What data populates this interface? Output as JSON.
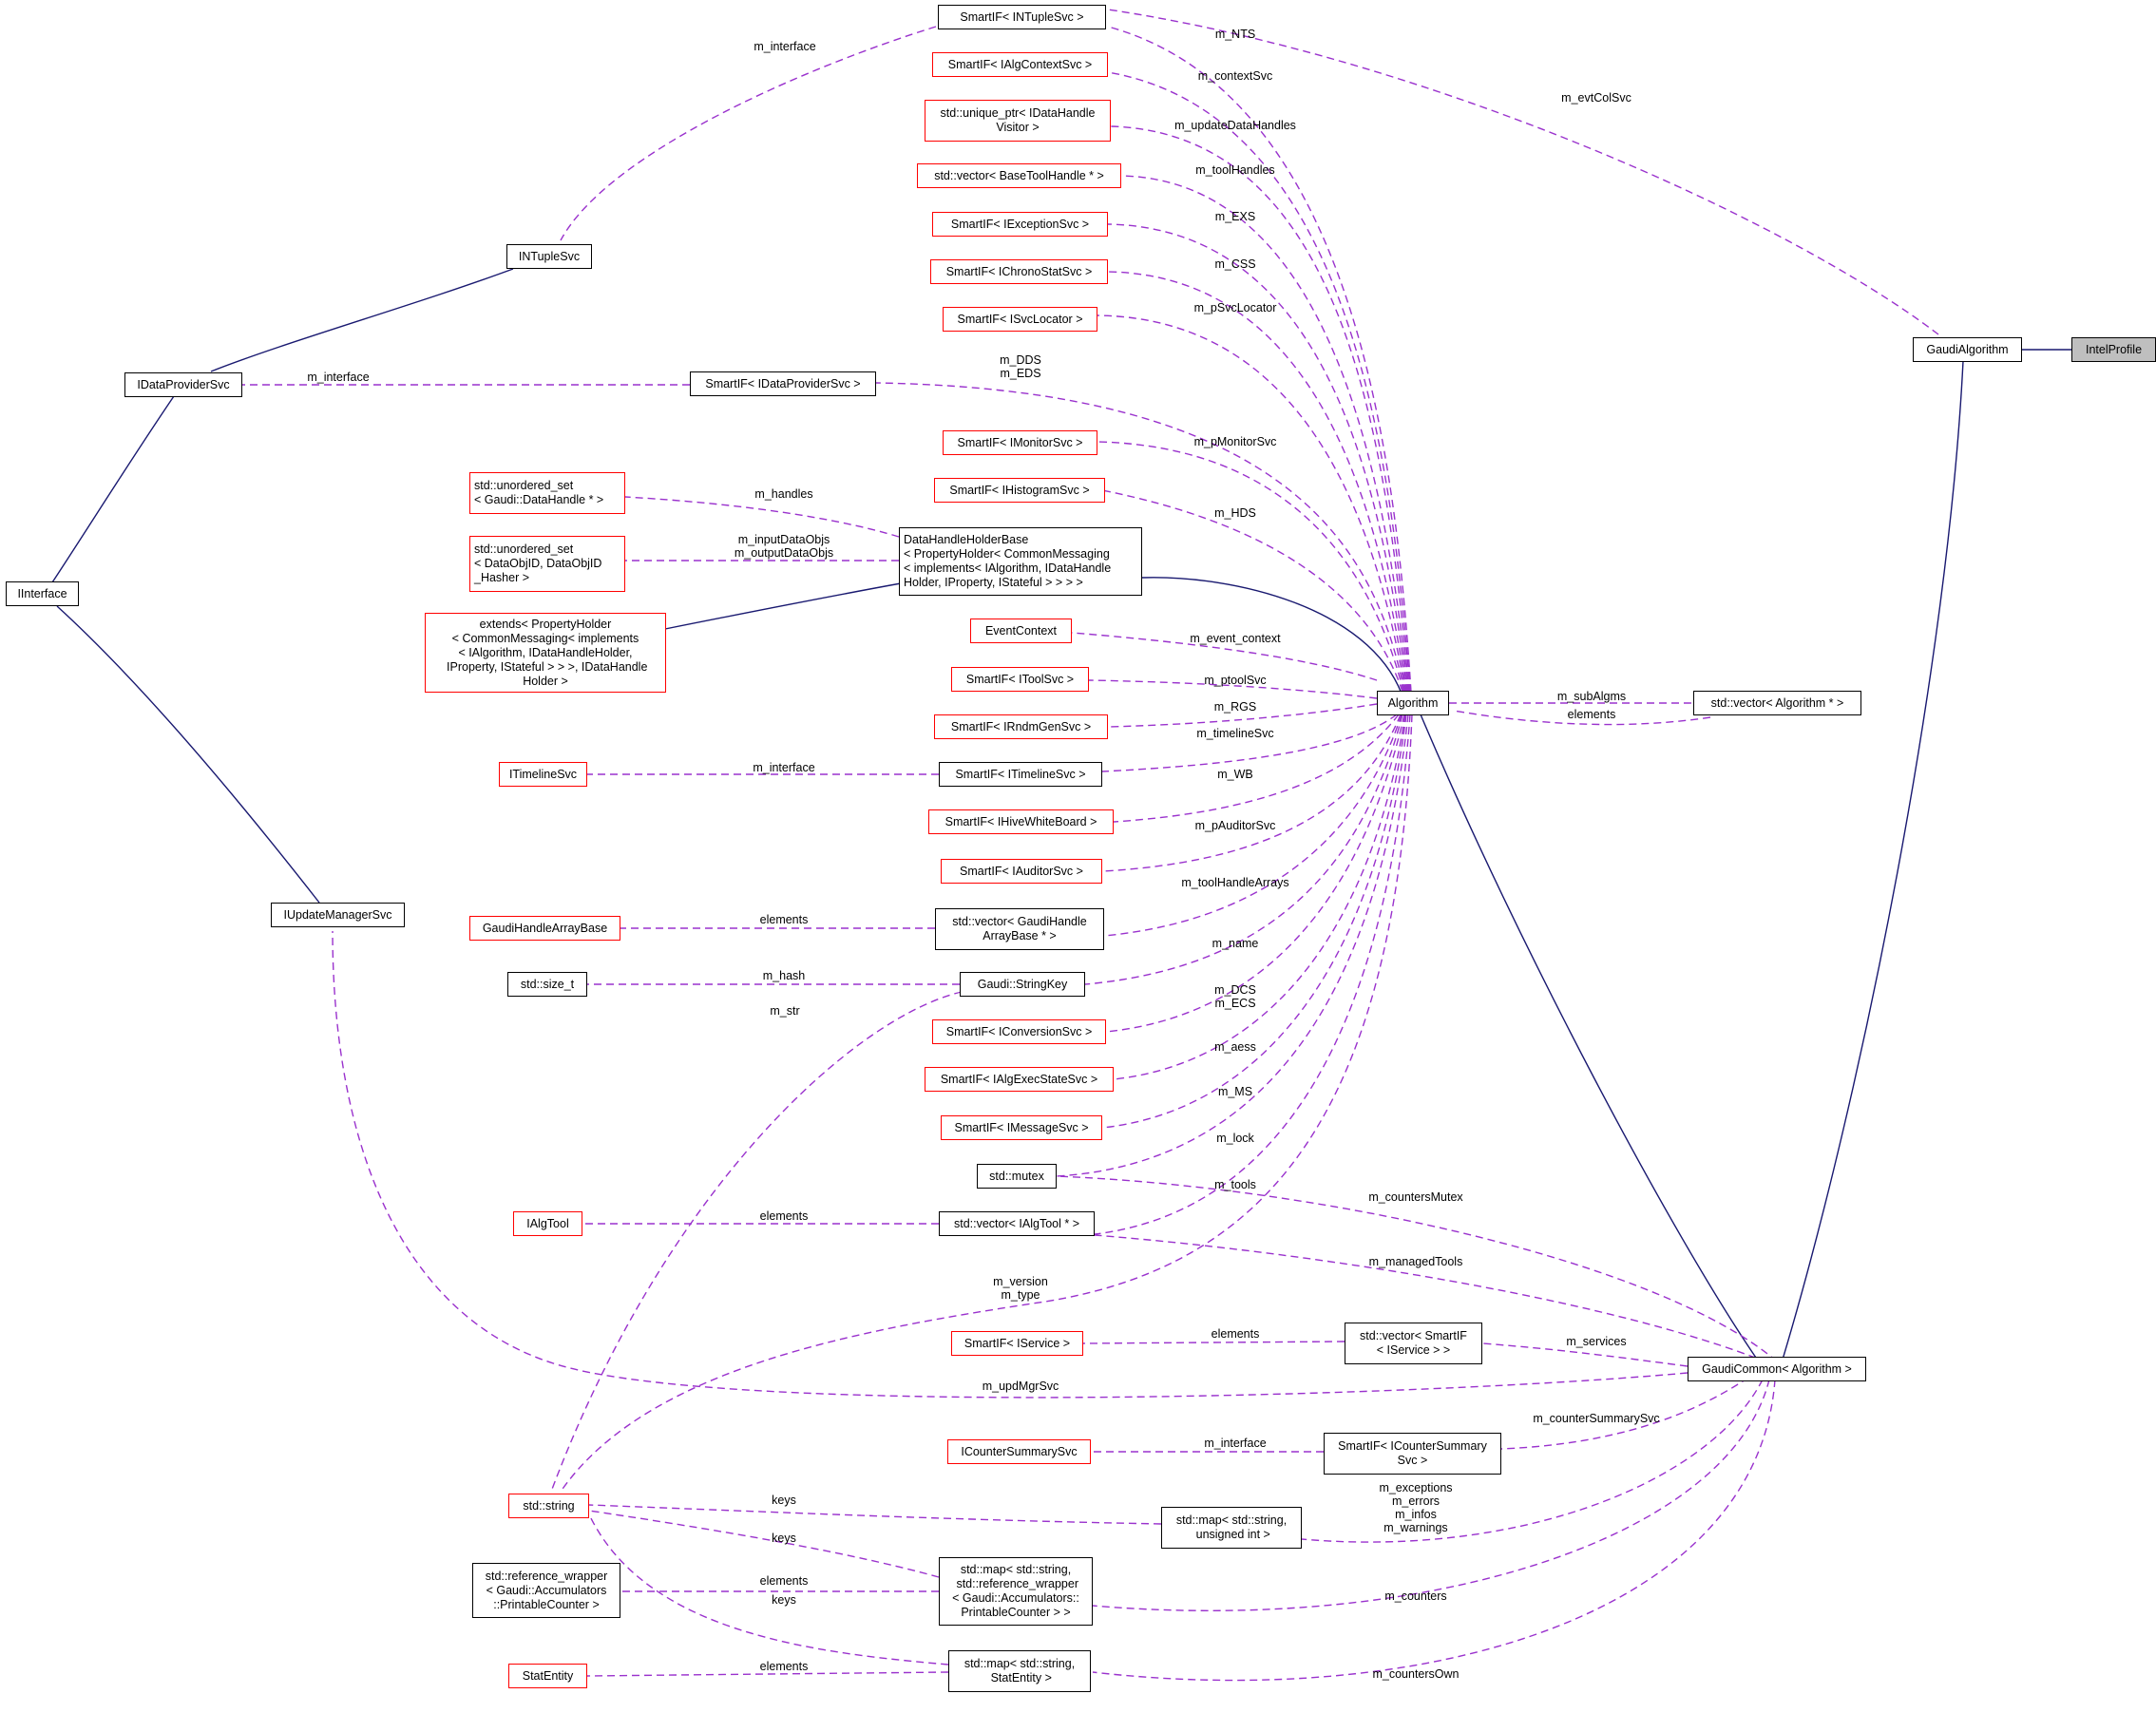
{
  "diagram": {
    "colors": {
      "inherit_edge": "#191970",
      "usage_edge": "#9a32cd",
      "class_border": "#000000",
      "external_border": "#ff0000",
      "selected_fill": "#bfbfbf"
    },
    "nodes": {
      "smartif_intuplesvc": "SmartIF< INTupleSvc >",
      "smartif_ialgcontextsvc": "SmartIF< IAlgContextSvc >",
      "unique_ptr_idatahandlevisitor": "std::unique_ptr< IDataHandle\nVisitor >",
      "vector_basetoolhandle": "std::vector< BaseToolHandle * >",
      "smartif_iexceptionsvc": "SmartIF< IExceptionSvc >",
      "smartif_ichronostatsvc": "SmartIF< IChronoStatSvc >",
      "smartif_isvclocator": "SmartIF< ISvcLocator >",
      "intuplesvc": "INTupleSvc",
      "idataprovidersvc": "IDataProviderSvc",
      "smartif_idataprovidersvc": "SmartIF< IDataProviderSvc >",
      "smartif_imonitorsvc": "SmartIF< IMonitorSvc >",
      "smartif_ihistogramsvc": "SmartIF< IHistogramSvc >",
      "unordered_set_datahandle": "std::unordered_set\n< Gaudi::DataHandle * >",
      "unordered_set_dataobjid": "std::unordered_set\n< DataObjID, DataObjID\n_Hasher >",
      "datahandleholderbase": "DataHandleHolderBase\n< PropertyHolder< CommonMessaging\n< implements< IAlgorithm, IDataHandle\nHolder, IProperty, IStateful > > > >",
      "iinterface": "IInterface",
      "extends_propertyholder": "extends< PropertyHolder\n< CommonMessaging< implements\n< IAlgorithm, IDataHandleHolder,\n IProperty, IStateful > > >, IDataHandle\nHolder >",
      "eventcontext": "EventContext",
      "smartif_itoolsvc": "SmartIF< IToolSvc >",
      "smartif_irndmgensvc": "SmartIF< IRndmGenSvc >",
      "itimelinesvc": "ITimelineSvc",
      "smartif_itimelinesvc": "SmartIF< ITimelineSvc >",
      "smartif_ihivewhiteboard": "SmartIF< IHiveWhiteBoard >",
      "smartif_iauditorsvc": "SmartIF< IAuditorSvc >",
      "iupdatemanagersvc": "IUpdateManagerSvc",
      "gaudihandlearraybase": "GaudiHandleArrayBase",
      "vector_gaudihandlearraybase": "std::vector< GaudiHandle\nArrayBase * >",
      "size_t": "std::size_t",
      "gaudi_stringkey": "Gaudi::StringKey",
      "smartif_iconversionsvc": "SmartIF< IConversionSvc >",
      "smartif_ialgexecstatesvc": "SmartIF< IAlgExecStateSvc >",
      "smartif_imessagesvc": "SmartIF< IMessageSvc >",
      "mutex": "std::mutex",
      "ialgtool": "IAlgTool",
      "vector_ialgtool": "std::vector< IAlgTool * >",
      "smartif_iservice": "SmartIF< IService >",
      "vector_smartif_iservice": "std::vector< SmartIF\n< IService > >",
      "icountersummarysvc": "ICounterSummarySvc",
      "smartif_icountersummarysvc": "SmartIF< ICounterSummary\nSvc >",
      "std_string": "std::string",
      "map_string_uint": "std::map< std::string,\n unsigned int >",
      "reference_wrapper": "std::reference_wrapper\n< Gaudi::Accumulators\n::PrintableCounter >",
      "map_string_refwrapper": "std::map< std::string,\n std::reference_wrapper\n< Gaudi::Accumulators::\nPrintableCounter > >",
      "statentity": "StatEntity",
      "map_string_statentity": "std::map< std::string,\n StatEntity >",
      "algorithm": "Algorithm",
      "vector_algorithm": "std::vector< Algorithm * >",
      "gaudicommon_algorithm": "GaudiCommon< Algorithm >",
      "gaudialgorithm": "GaudiAlgorithm",
      "intelprofile": "IntelProfile"
    },
    "edge_labels": {
      "m_interface_intuple": "m_interface",
      "m_nts": "m_NTS",
      "m_contextsvc": "m_contextSvc",
      "m_evtcolsvc": "m_evtColSvc",
      "m_updatedatahandles": "m_updateDataHandles",
      "m_toolhandles": "m_toolHandles",
      "m_exs": "m_EXS",
      "m_css": "m_CSS",
      "m_psvclocator": "m_pSvcLocator",
      "m_interface_dataprov": "m_interface",
      "m_dds_eds": "m_DDS\nm_EDS",
      "m_pmonitorsvc": "m_pMonitorSvc",
      "m_handles": "m_handles",
      "m_hds": "m_HDS",
      "m_inout_dataobjs": "m_inputDataObjs\nm_outputDataObjs",
      "m_event_context": "m_event_context",
      "m_ptoolsvc": "m_ptoolSvc",
      "m_rgs": "m_RGS",
      "m_subalgms": "m_subAlgms",
      "elements_alg": "elements",
      "m_timelinesvc": "m_timelineSvc",
      "m_interface_timeline": "m_interface",
      "m_wb": "m_WB",
      "m_pauditorsvc": "m_pAuditorSvc",
      "m_toolhandlearrays": "m_toolHandleArrays",
      "elements_gaudihandle": "elements",
      "m_name": "m_name",
      "m_hash": "m_hash",
      "m_str": "m_str",
      "m_dcs_ecs": "m_DCS\nm_ECS",
      "m_aess": "m_aess",
      "m_ms": "m_MS",
      "m_lock": "m_lock",
      "m_tools": "m_tools",
      "m_countersmutex": "m_countersMutex",
      "elements_ialgtool": "elements",
      "m_managedtools": "m_managedTools",
      "m_version_type": "m_version\nm_type",
      "elements_iservice": "elements",
      "m_services": "m_services",
      "m_updmgrsvc": "m_updMgrSvc",
      "m_countersummarysvc": "m_counterSummarySvc",
      "m_interface_countersum": "m_interface",
      "keys_uint": "keys",
      "m_exceptions_group": "m_exceptions\nm_errors\nm_infos\nm_warnings",
      "keys_refwrap": "keys",
      "elements_refwrap": "elements",
      "keys_statentity": "keys",
      "m_counters": "m_counters",
      "elements_statentity": "elements",
      "m_countersown": "m_countersOwn"
    }
  }
}
